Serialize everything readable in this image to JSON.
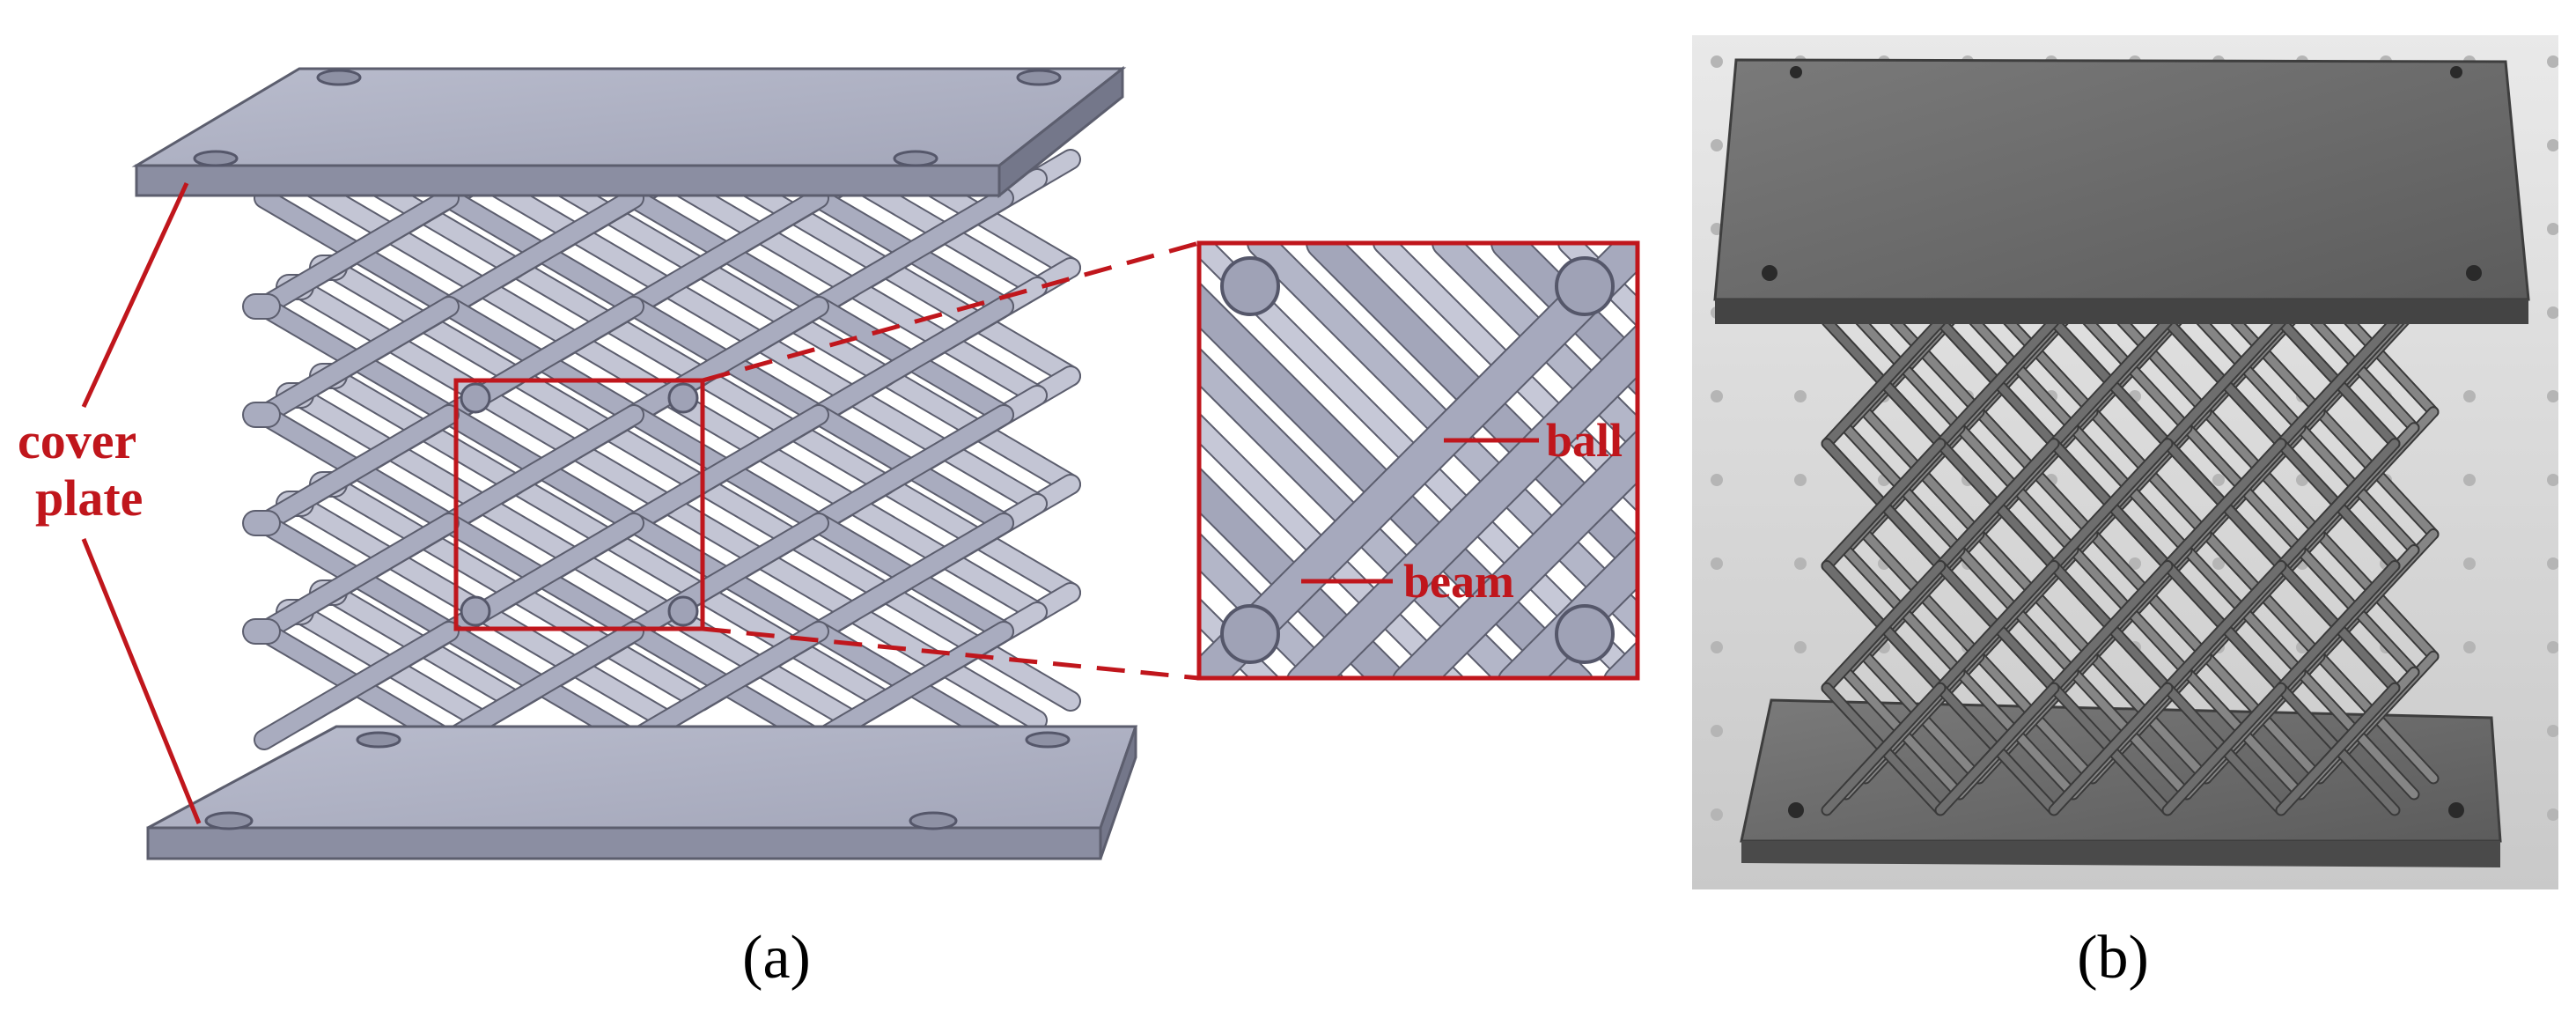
{
  "panels": [
    {
      "id": "a",
      "caption": "(a)"
    },
    {
      "id": "b",
      "caption": "(b)"
    }
  ],
  "annotations": {
    "cover_plate_line1": "cover",
    "cover_plate_line2": "plate",
    "ball": "ball",
    "beam": "beam"
  },
  "colors": {
    "annotation": "#c0161c",
    "model_metal": "#a9acbf",
    "model_edge": "#5c5e6e",
    "photo_metal": "#6e6e6e",
    "photo_background": "#d8d8d8",
    "caption": "#000000"
  }
}
